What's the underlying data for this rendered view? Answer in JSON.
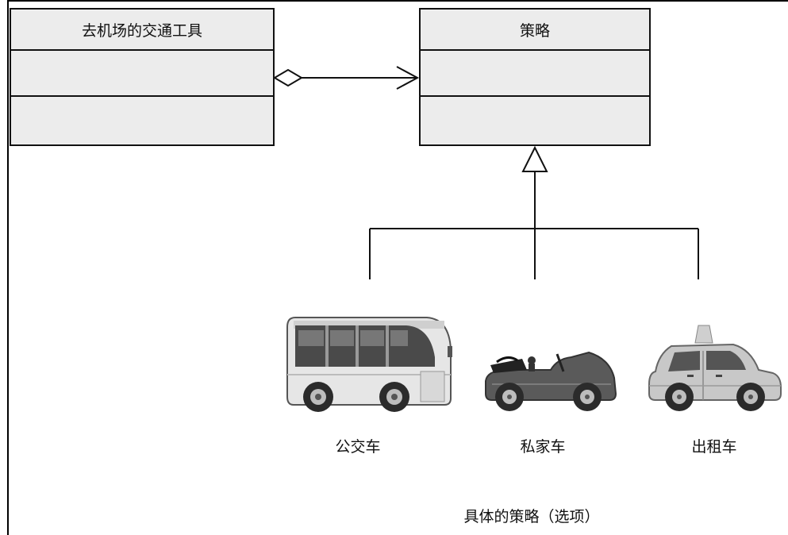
{
  "context_class": {
    "name": "去机场的交通工具"
  },
  "strategy_class": {
    "name": "策略"
  },
  "concrete_strategies": [
    {
      "label": "公交车",
      "icon": "bus-icon"
    },
    {
      "label": "私家车",
      "icon": "convertible-car-icon"
    },
    {
      "label": "出租车",
      "icon": "taxi-icon"
    }
  ],
  "caption": "具体的策略（选项）"
}
